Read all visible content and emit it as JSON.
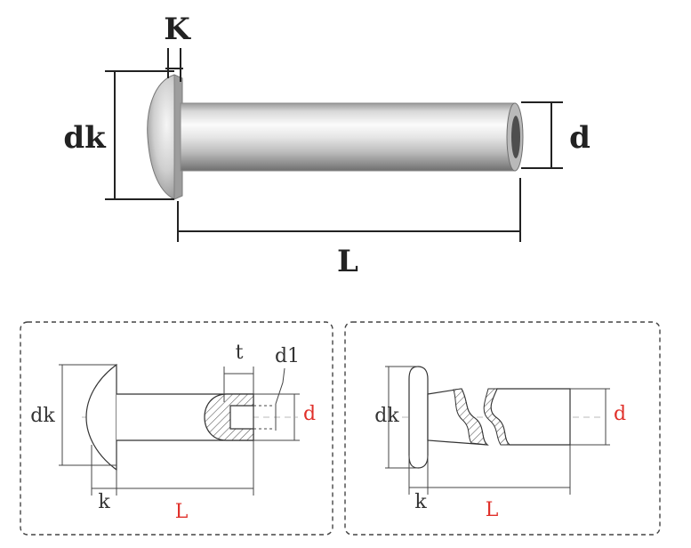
{
  "photo_labels": {
    "head_height": "K",
    "head_diameter": "dk",
    "shaft_diameter": "d",
    "length": "L"
  },
  "left_drawing": {
    "head_diameter": "dk",
    "head_height": "k",
    "length": "L",
    "shaft_diameter": "d",
    "hole_depth": "t",
    "hole_diameter": "d1"
  },
  "right_drawing": {
    "head_diameter": "dk",
    "head_height": "k",
    "length": "L",
    "shaft_diameter": "d"
  },
  "colors": {
    "highlight": "#e0302a",
    "line": "#222222",
    "steel_light": "#f2f2f2",
    "steel_dark": "#8a8a8a"
  }
}
